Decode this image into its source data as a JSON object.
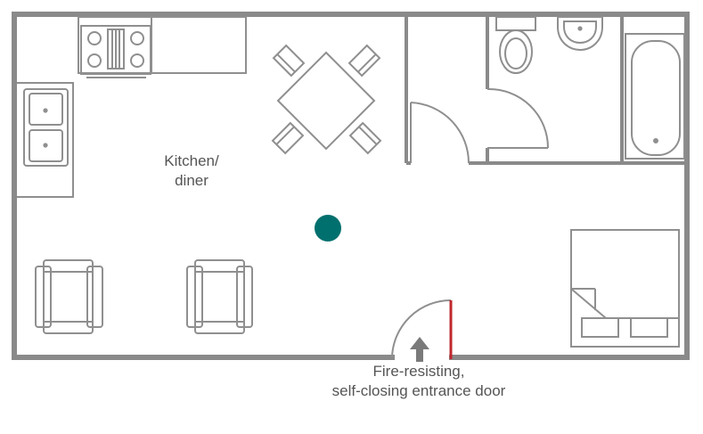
{
  "labels": {
    "kitchen_line1": "Kitchen/",
    "kitchen_line2": "diner",
    "door_line1": "Fire-resisting,",
    "door_line2": "self-closing entrance door"
  },
  "colors": {
    "wall": "#8a8a8a",
    "fixture": "#8f8f8f",
    "marker": "#00706e",
    "door_highlight": "#c0272d",
    "arrow": "#7a7a7a",
    "text": "#555555"
  },
  "icons": {
    "marker": "location-dot-icon",
    "arrow": "arrow-up-icon"
  }
}
